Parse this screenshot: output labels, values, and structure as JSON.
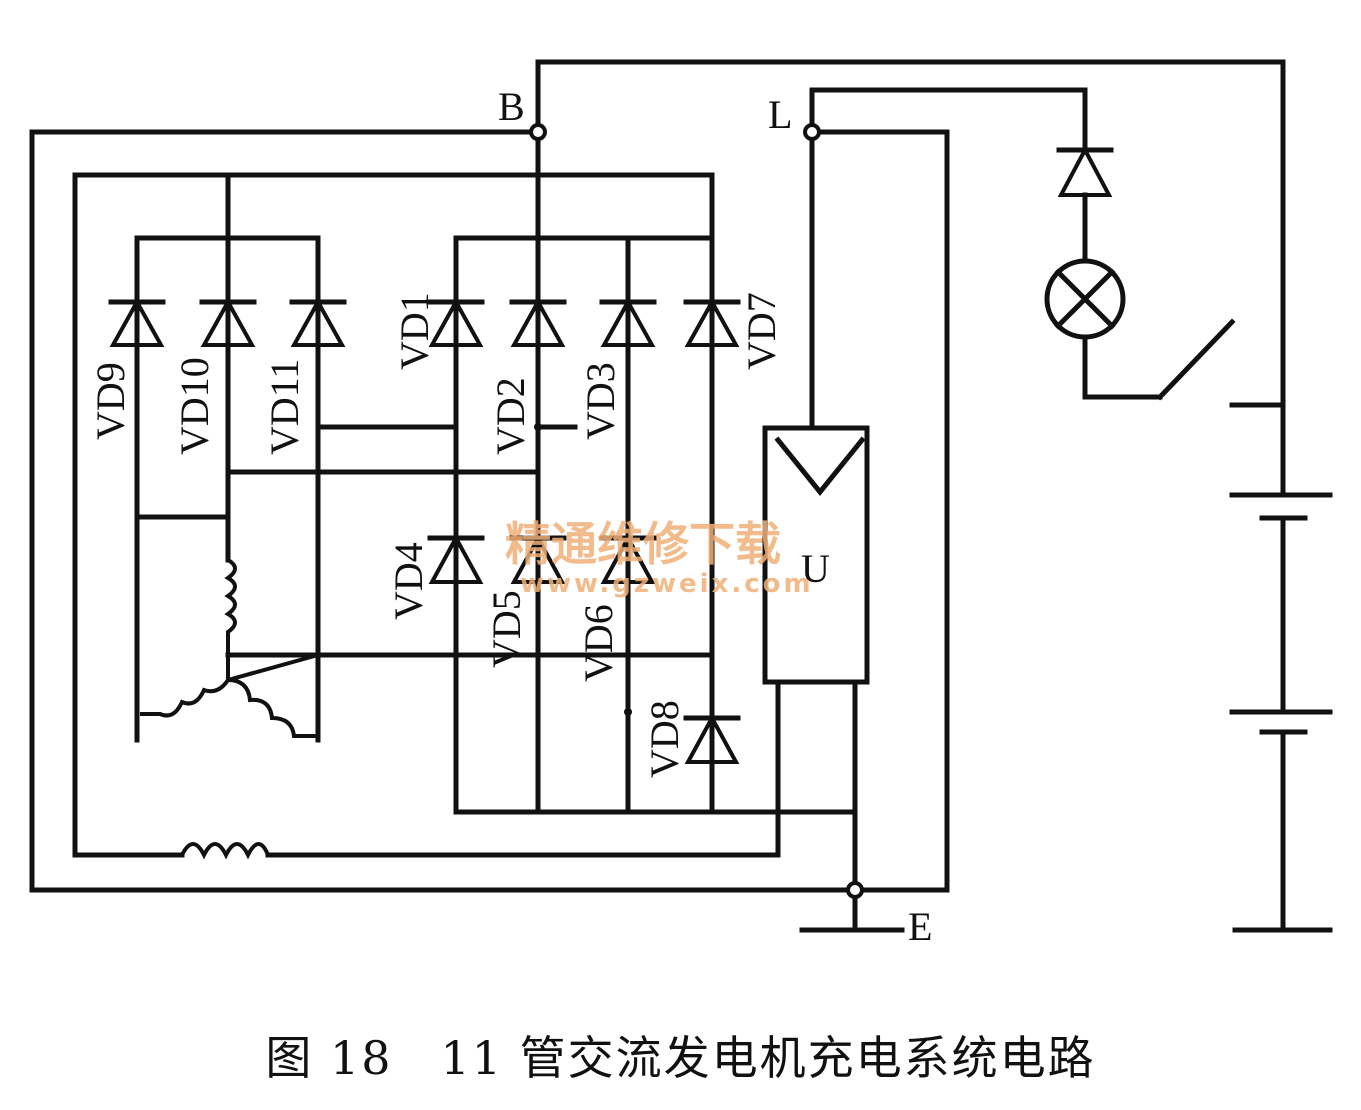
{
  "terminals": {
    "b": "B",
    "l": "L",
    "e": "E"
  },
  "diodes": {
    "vd1": "VD1",
    "vd2": "VD2",
    "vd3": "VD3",
    "vd4": "VD4",
    "vd5": "VD5",
    "vd6": "VD6",
    "vd7": "VD7",
    "vd8": "VD8",
    "vd9": "VD9",
    "vd10": "VD10",
    "vd11": "VD11"
  },
  "regulator": {
    "label": "U"
  },
  "watermark": {
    "cn": "精通维修下载",
    "url": "www.gzweix.com"
  },
  "caption": "图 18　11 管交流发电机充电系统电路"
}
